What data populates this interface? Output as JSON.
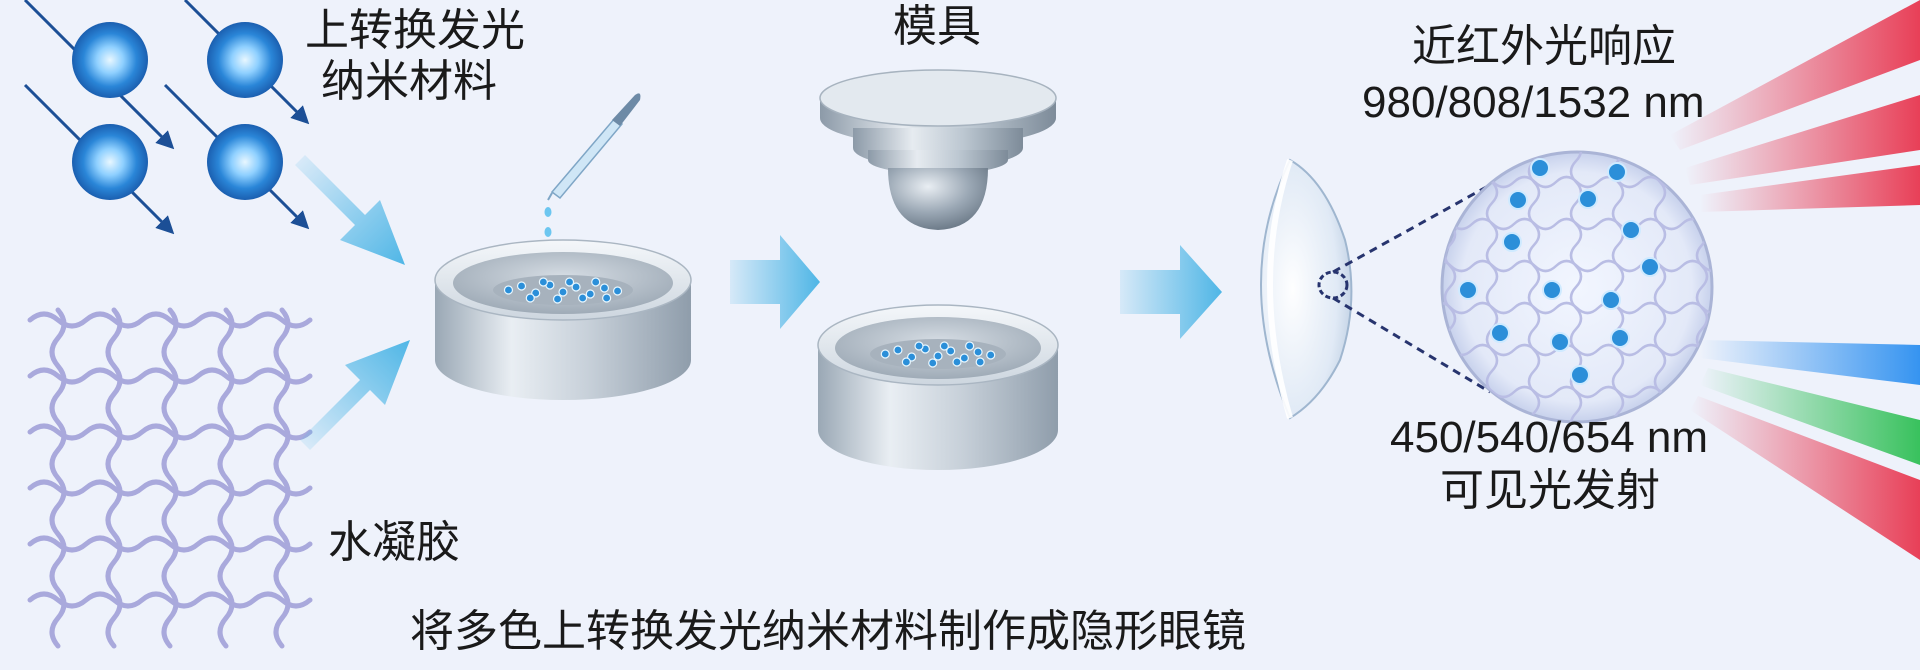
{
  "labels": {
    "upconversion": [
      "上转换发光",
      "纳米材料"
    ],
    "hydrogel": "水凝胶",
    "mold": "模具",
    "nir_title": "近红外光响应",
    "nir_wavelengths": "980/808/1532 nm",
    "vis_wavelengths": "450/540/654 nm",
    "vis_title": "可见光发射",
    "caption": "将多色上转换发光纳米材料制作成隐形眼镜"
  },
  "colors": {
    "background": "#eef2fb",
    "arrow": "#4fb6e6",
    "particle": "#2b8fd9",
    "particle_core": "#bfe6ff",
    "hydrogel": "#a9a9dc",
    "dish": "#c9d3dc",
    "nir_beam": "#e8364f",
    "blue_beam": "#2c8ff0",
    "green_beam": "#2fbf55",
    "red_beam": "#e8364f"
  }
}
